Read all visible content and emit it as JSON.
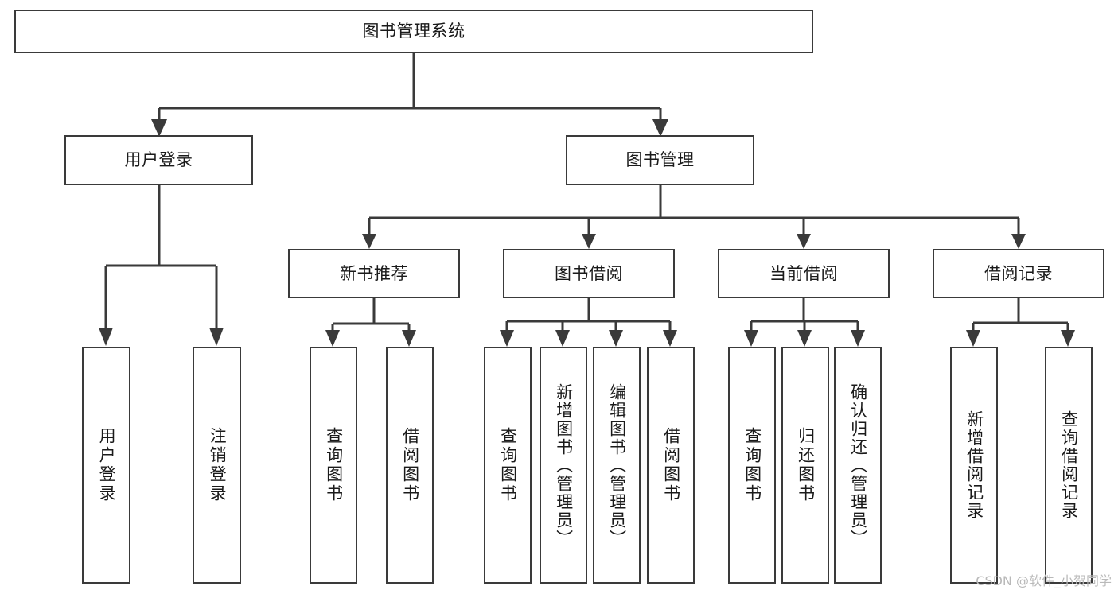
{
  "diagram": {
    "title": "图书管理系统",
    "watermark": "CSDN @软件_小贺同学",
    "accent_color": "#3a3a3a",
    "background_color": "#ffffff",
    "root": {
      "label": "图书管理系统"
    },
    "level2": [
      {
        "label": "用户登录"
      },
      {
        "label": "图书管理"
      }
    ],
    "level3": [
      {
        "label": "新书推荐"
      },
      {
        "label": "图书借阅"
      },
      {
        "label": "当前借阅"
      },
      {
        "label": "借阅记录"
      }
    ],
    "leaves": {
      "user_login": [
        {
          "label": "用户登录"
        },
        {
          "label": "注销登录"
        }
      ],
      "new_book": [
        {
          "label": "查询图书"
        },
        {
          "label": "借阅图书"
        }
      ],
      "book_borrow": [
        {
          "label": "查询图书"
        },
        {
          "label": "新增图书（管理员）"
        },
        {
          "label": "编辑图书（管理员）"
        },
        {
          "label": "借阅图书"
        }
      ],
      "current_borrow": [
        {
          "label": "查询图书"
        },
        {
          "label": "归还图书"
        },
        {
          "label": "确认归还（管理员）"
        }
      ],
      "borrow_record": [
        {
          "label": "新增借阅记录"
        },
        {
          "label": "查询借阅记录"
        }
      ]
    }
  }
}
